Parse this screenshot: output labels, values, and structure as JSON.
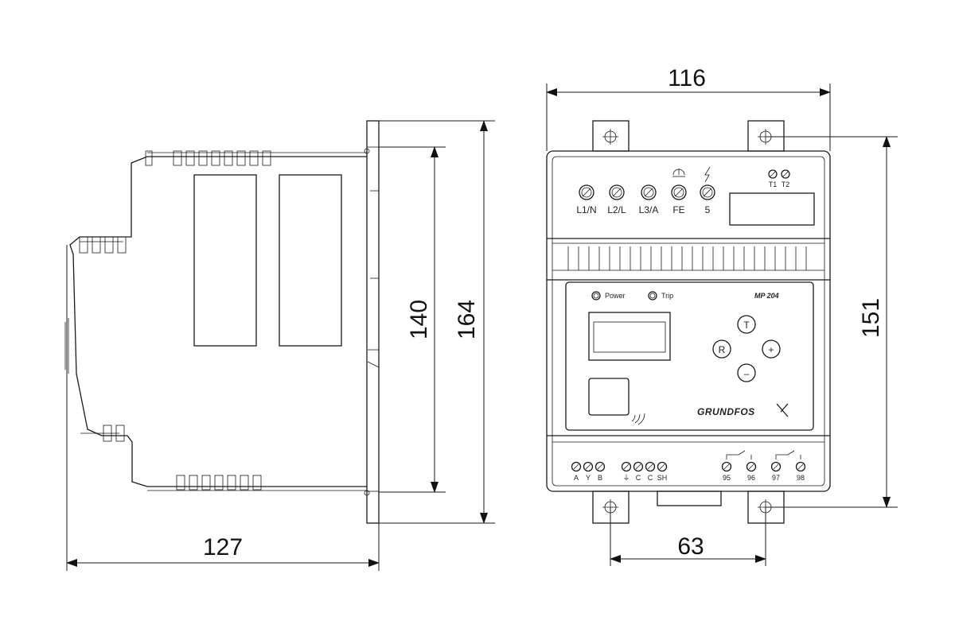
{
  "dimensions": {
    "side_depth": "127",
    "height_inner": "140",
    "height_total": "164",
    "front_width": "116",
    "front_height": "151",
    "mount_spacing": "63"
  },
  "top_terminals": [
    "L1/N",
    "L2/L",
    "L3/A",
    "FE",
    "5"
  ],
  "top_right_terminals": [
    "T1",
    "T2"
  ],
  "indicators": {
    "power": "Power",
    "trip": "Trip"
  },
  "model": "MP 204",
  "brand": "GRUNDFOS",
  "buttons": {
    "test": "T",
    "reset": "R",
    "plus": "+",
    "minus": "–"
  },
  "bottom_terminals_left": [
    "A",
    "Y",
    "B",
    "⏚",
    "C",
    "C",
    "SH"
  ],
  "bottom_terminals_right": [
    "95",
    "96",
    "97",
    "98"
  ]
}
